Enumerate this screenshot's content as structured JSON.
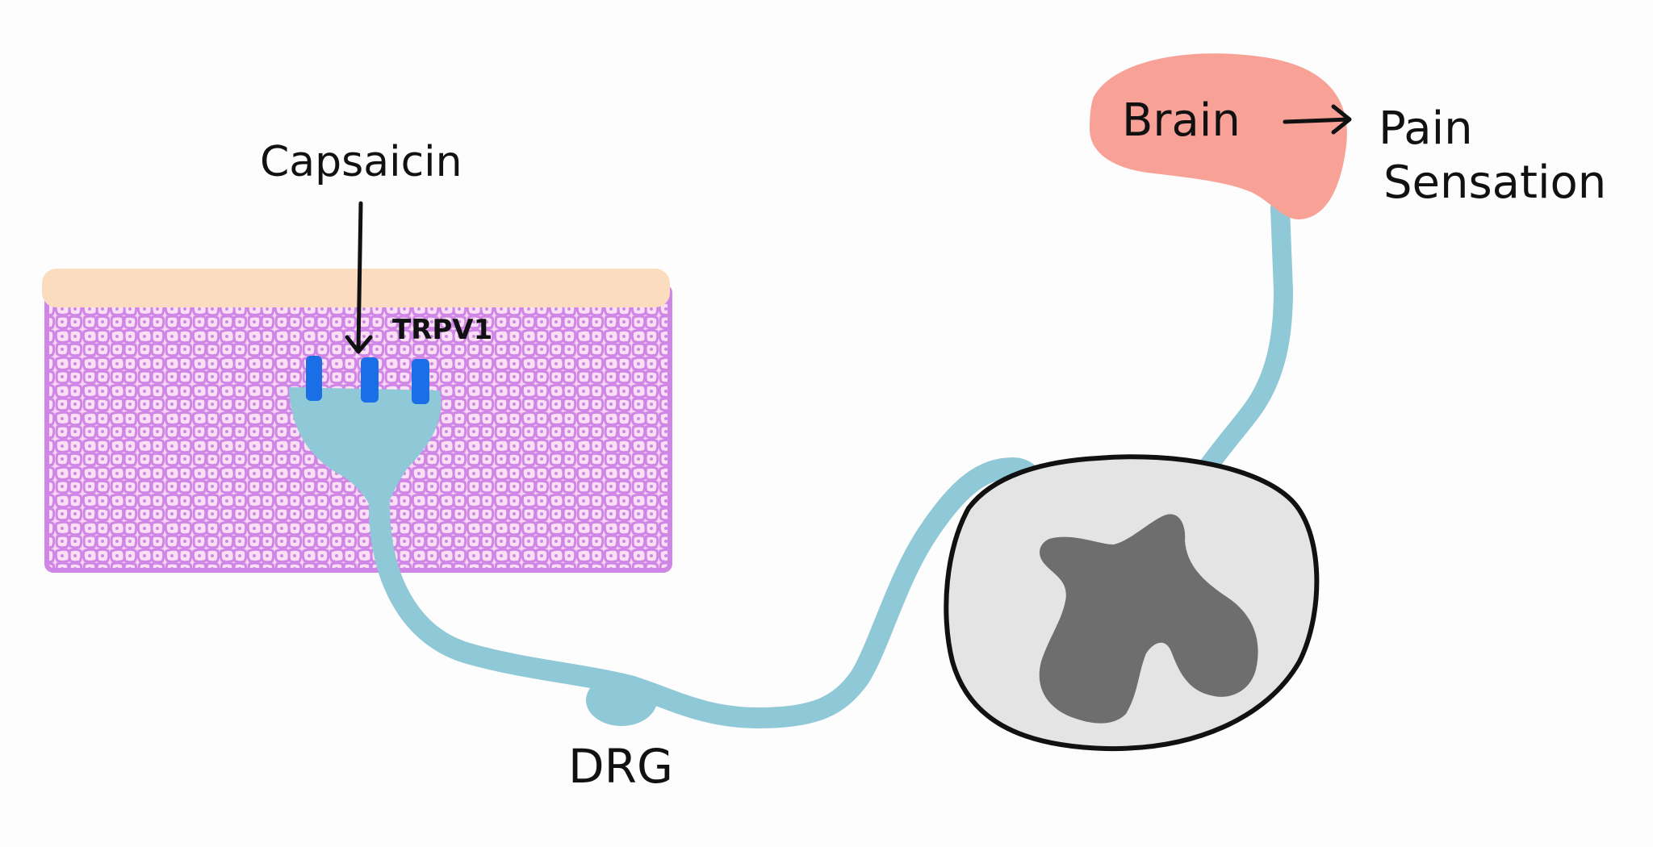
{
  "labels": {
    "capsaicin": "Capsaicin",
    "trpv1": "TRPV1",
    "brain": "Brain",
    "pain_line1": "Pain",
    "pain_line2": "Sensation",
    "drg": "DRG"
  },
  "colors": {
    "skin_surface": "#fcdcbf",
    "skin_cells_fill": "#f9d6f2",
    "skin_cells_border": "#cf86e6",
    "neuron": "#8fc8d6",
    "receptor": "#1a6fe6",
    "brain": "#f8a197",
    "spinal_cord_white_matter": "#e4e4e4",
    "spinal_cord_grey_matter": "#6e6e6e",
    "outline": "#111111"
  },
  "icons": {
    "tissue": "skin-tissue-icon",
    "receptor": "trpv1-channel-icon",
    "spinal_cord": "spinal-cord-cross-section-icon",
    "brain": "brain-icon"
  }
}
